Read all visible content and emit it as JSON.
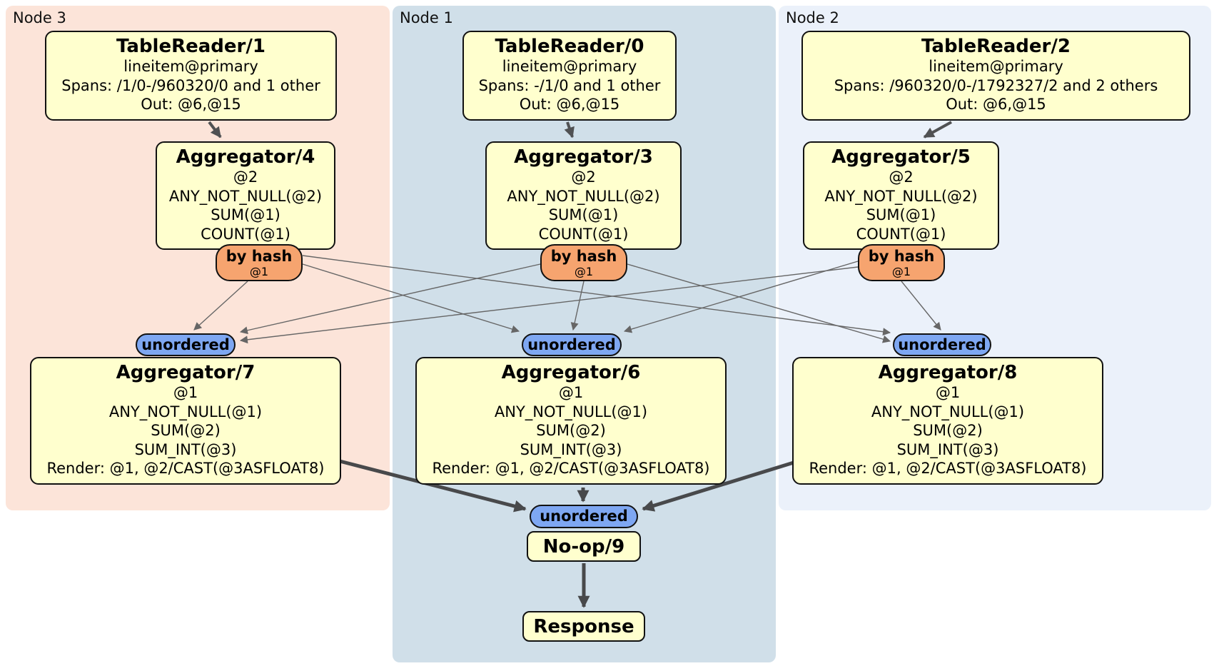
{
  "diagram": {
    "title": "distsql-plan",
    "colors": {
      "node3_bg": "#fce4d9",
      "node1_bg": "#d0dfe9",
      "node2_bg": "#ebf1fa",
      "operator_box_bg": "#ffffce",
      "router_bg": "#f6a46f",
      "sync_bg": "#7ea7f2",
      "thin_edge": "#666666",
      "thick_edge": "#48494b"
    },
    "nodes": [
      {
        "label": "Node 3",
        "table_reader": {
          "title": "TableReader/1",
          "lines": [
            "lineitem@primary",
            "Spans: /1/0-/960320/0 and 1 other",
            "Out: @6,@15"
          ]
        },
        "aggregator_top": {
          "title": "Aggregator/4",
          "lines": [
            "@2",
            "ANY_NOT_NULL(@2)",
            "SUM(@1)",
            "COUNT(@1)"
          ]
        },
        "router": {
          "label": "by hash",
          "detail": "@1"
        },
        "sync": {
          "label": "unordered"
        },
        "aggregator_bottom": {
          "title": "Aggregator/7",
          "lines": [
            "@1",
            "ANY_NOT_NULL(@1)",
            "SUM(@2)",
            "SUM_INT(@3)",
            "Render: @1, @2/CAST(@3ASFLOAT8)"
          ]
        }
      },
      {
        "label": "Node 1",
        "table_reader": {
          "title": "TableReader/0",
          "lines": [
            "lineitem@primary",
            "Spans: -/1/0 and 1 other",
            "Out: @6,@15"
          ]
        },
        "aggregator_top": {
          "title": "Aggregator/3",
          "lines": [
            "@2",
            "ANY_NOT_NULL(@2)",
            "SUM(@1)",
            "COUNT(@1)"
          ]
        },
        "router": {
          "label": "by hash",
          "detail": "@1"
        },
        "sync": {
          "label": "unordered"
        },
        "aggregator_bottom": {
          "title": "Aggregator/6",
          "lines": [
            "@1",
            "ANY_NOT_NULL(@1)",
            "SUM(@2)",
            "SUM_INT(@3)",
            "Render: @1, @2/CAST(@3ASFLOAT8)"
          ]
        }
      },
      {
        "label": "Node 2",
        "table_reader": {
          "title": "TableReader/2",
          "lines": [
            "lineitem@primary",
            "Spans: /960320/0-/1792327/2 and 2 others",
            "Out: @6,@15"
          ]
        },
        "aggregator_top": {
          "title": "Aggregator/5",
          "lines": [
            "@2",
            "ANY_NOT_NULL(@2)",
            "SUM(@1)",
            "COUNT(@1)"
          ]
        },
        "router": {
          "label": "by hash",
          "detail": "@1"
        },
        "sync": {
          "label": "unordered"
        },
        "aggregator_bottom": {
          "title": "Aggregator/8",
          "lines": [
            "@1",
            "ANY_NOT_NULL(@1)",
            "SUM(@2)",
            "SUM_INT(@3)",
            "Render: @1, @2/CAST(@3ASFLOAT8)"
          ]
        }
      }
    ],
    "final": {
      "sync": {
        "label": "unordered"
      },
      "noop": {
        "title": "No-op/9"
      },
      "response": {
        "title": "Response"
      }
    }
  }
}
